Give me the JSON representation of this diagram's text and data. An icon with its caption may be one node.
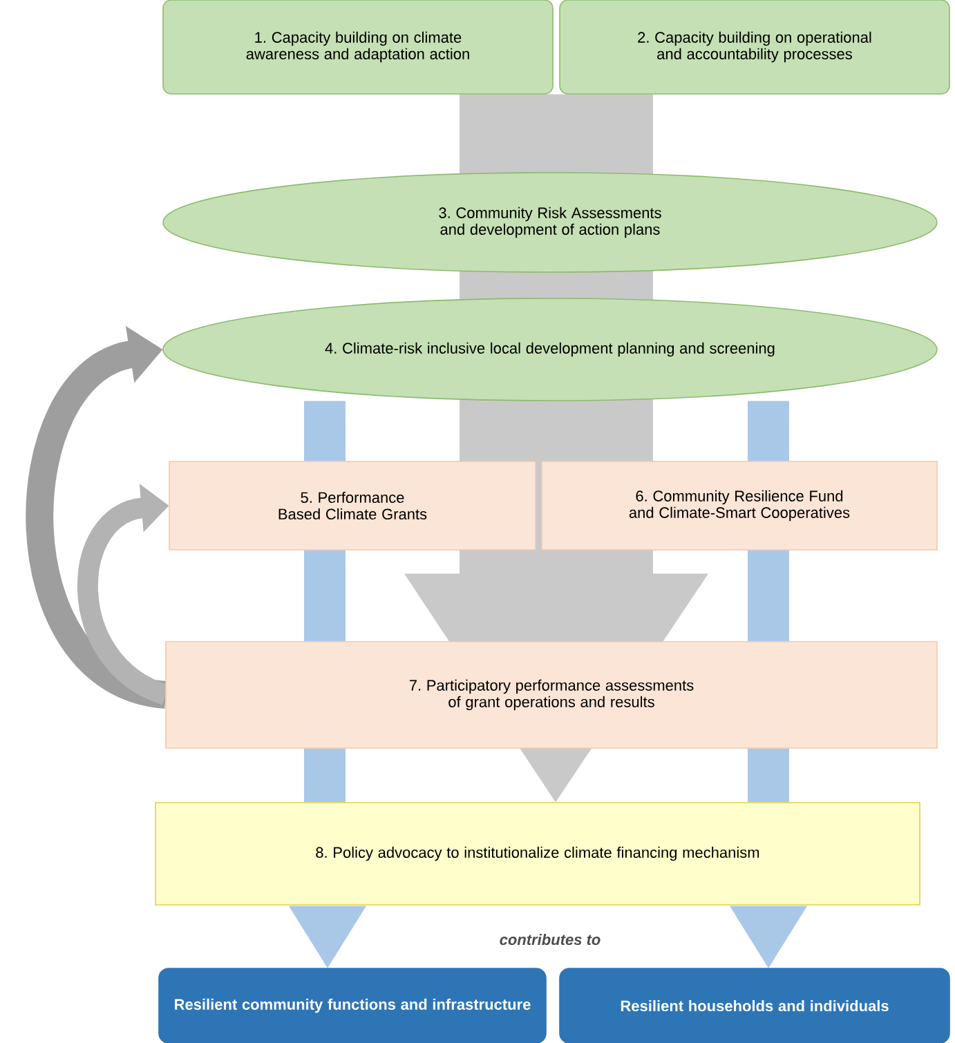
{
  "diagram": {
    "nodes": [
      {
        "text": [
          "1. Capacity building on climate awareness and adaptation action"
        ]
      },
      {
        "text": [
          "2. Capacity building on operational and accountability processes"
        ]
      },
      {
        "text": [
          "3. Community Risk Assessments and development of action plans"
        ]
      },
      {
        "text": [
          "4. Climate-risk inclusive local development planning and screening"
        ]
      },
      {
        "text": [
          "5. Performance Based Climate Grants"
        ]
      },
      {
        "text": [
          "6. Community Resilience Fund and Climate-Smart Cooperatives"
        ]
      },
      {
        "text": [
          "7. Participatory performance assessments of grant operations and results"
        ]
      },
      {
        "text": [
          "8. Policy advocacy to institutionalize climate financing mechanism"
        ]
      },
      {
        "text": [
          "Resilient community functions and infrastructure"
        ]
      },
      {
        "text": [
          "Resilient households and individuals"
        ]
      }
    ],
    "edges": [
      {
        "from": 0,
        "to": 7,
        "arrow": "to",
        "style": "thick",
        "color": "#c9c9c9"
      },
      {
        "from": 1,
        "to": 7,
        "arrow": "to",
        "style": "thick",
        "color": "#c9c9c9"
      },
      {
        "from": 3,
        "to": 4,
        "arrow": "none",
        "color": "#a9c8e8"
      },
      {
        "from": 3,
        "to": 5,
        "arrow": "none",
        "color": "#a9c8e8"
      },
      {
        "from": 4,
        "to": 6,
        "arrow": "none",
        "color": "#a9c8e8"
      },
      {
        "from": 5,
        "to": 6,
        "arrow": "none",
        "color": "#a9c8e8"
      },
      {
        "from": 6,
        "to": 7,
        "arrow": "none",
        "color": "#a9c8e8"
      },
      {
        "from": 6,
        "to": 7,
        "arrow": "none",
        "color": "#a9c8e8"
      },
      {
        "from": 7,
        "to": 8,
        "arrow": "to",
        "color": "#a9c8e8"
      },
      {
        "from": 7,
        "to": 9,
        "arrow": "to",
        "color": "#a9c8e8"
      },
      {
        "from": 6,
        "to": 3,
        "arrow": "to",
        "color": "#9e9e9e"
      },
      {
        "from": 6,
        "to": 4,
        "arrow": "to",
        "color": "#b3b3b3"
      }
    ],
    "labels": [
      "contributes to"
    ]
  }
}
